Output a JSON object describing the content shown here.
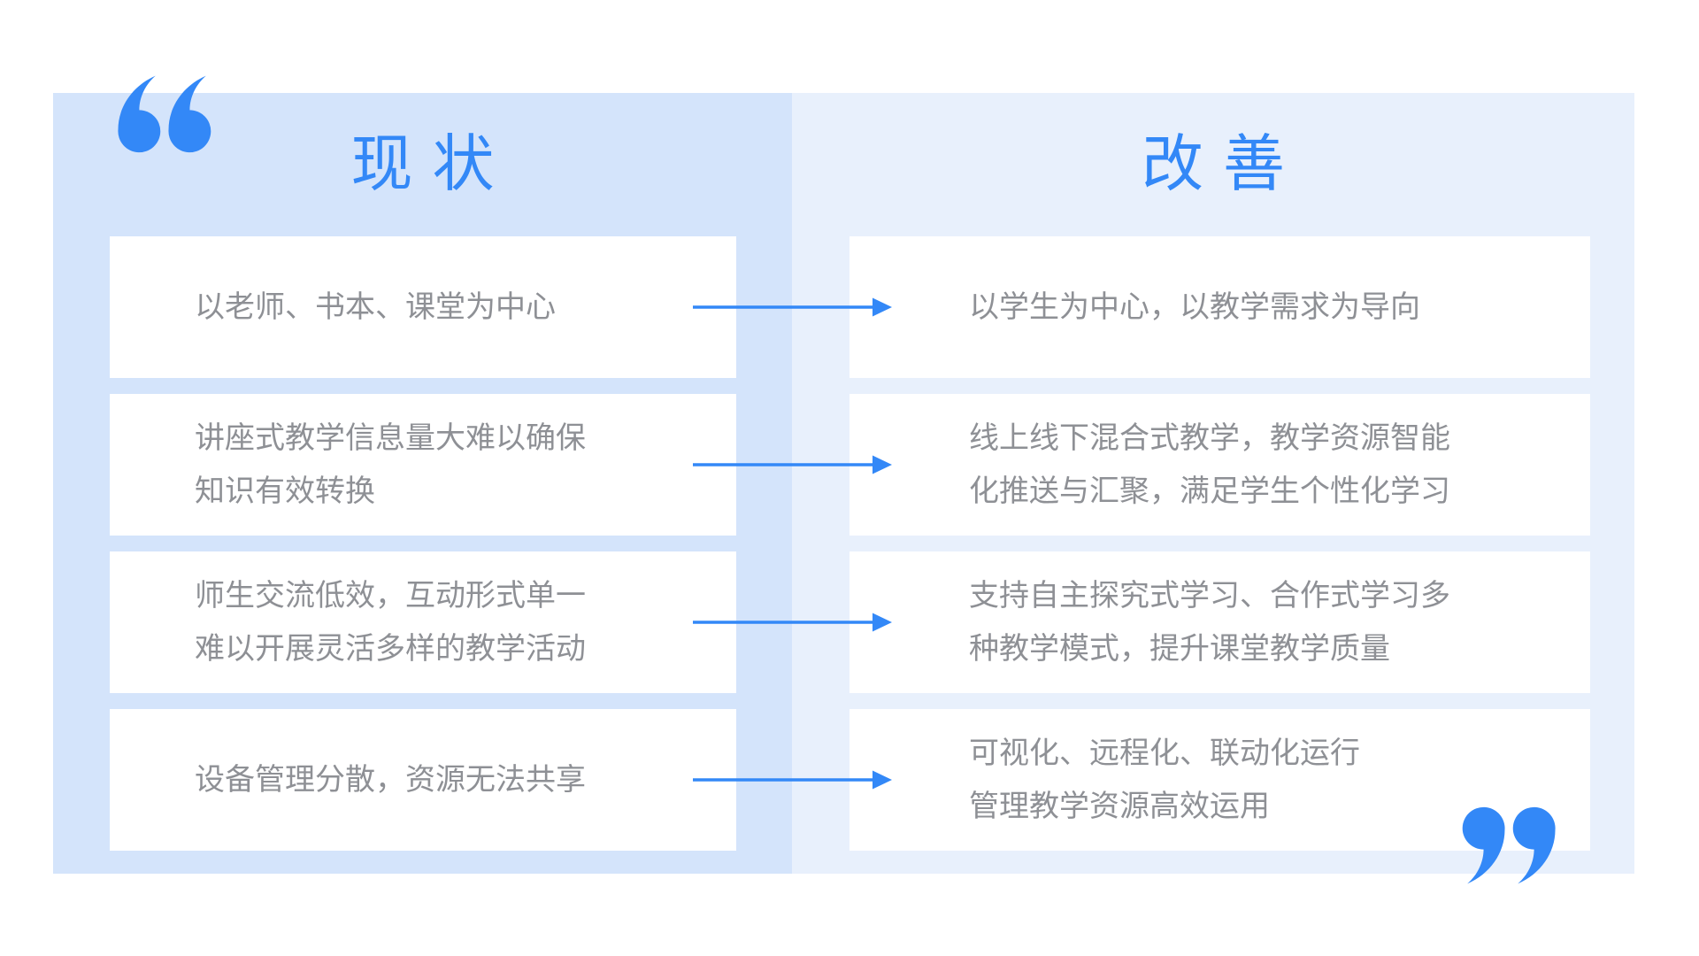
{
  "colors": {
    "accent": "#3388F7",
    "left_panel_bg": "#D4E4FB",
    "right_panel_bg": "#E8F0FC",
    "card_bg": "#FFFFFF",
    "card_text": "#8E9095",
    "page_bg": "#FFFFFF"
  },
  "icons": {
    "open_quote": "“",
    "close_quote": "”",
    "arrow": "→"
  },
  "left_panel": {
    "title": "现状",
    "items": [
      {
        "lines": [
          "以老师、书本、课堂为中心"
        ]
      },
      {
        "lines": [
          "讲座式教学信息量大难以确保",
          "知识有效转换"
        ]
      },
      {
        "lines": [
          "师生交流低效，互动形式单一",
          "难以开展灵活多样的教学活动"
        ]
      },
      {
        "lines": [
          "设备管理分散，资源无法共享"
        ]
      }
    ]
  },
  "right_panel": {
    "title": "改善",
    "items": [
      {
        "lines": [
          "以学生为中心，以教学需求为导向"
        ]
      },
      {
        "lines": [
          "线上线下混合式教学，教学资源智能",
          "化推送与汇聚，满足学生个性化学习"
        ]
      },
      {
        "lines": [
          "支持自主探究式学习、合作式学习多",
          "种教学模式，提升课堂教学质量"
        ]
      },
      {
        "lines": [
          "可视化、远程化、联动化运行",
          "管理教学资源高效运用"
        ]
      }
    ]
  }
}
